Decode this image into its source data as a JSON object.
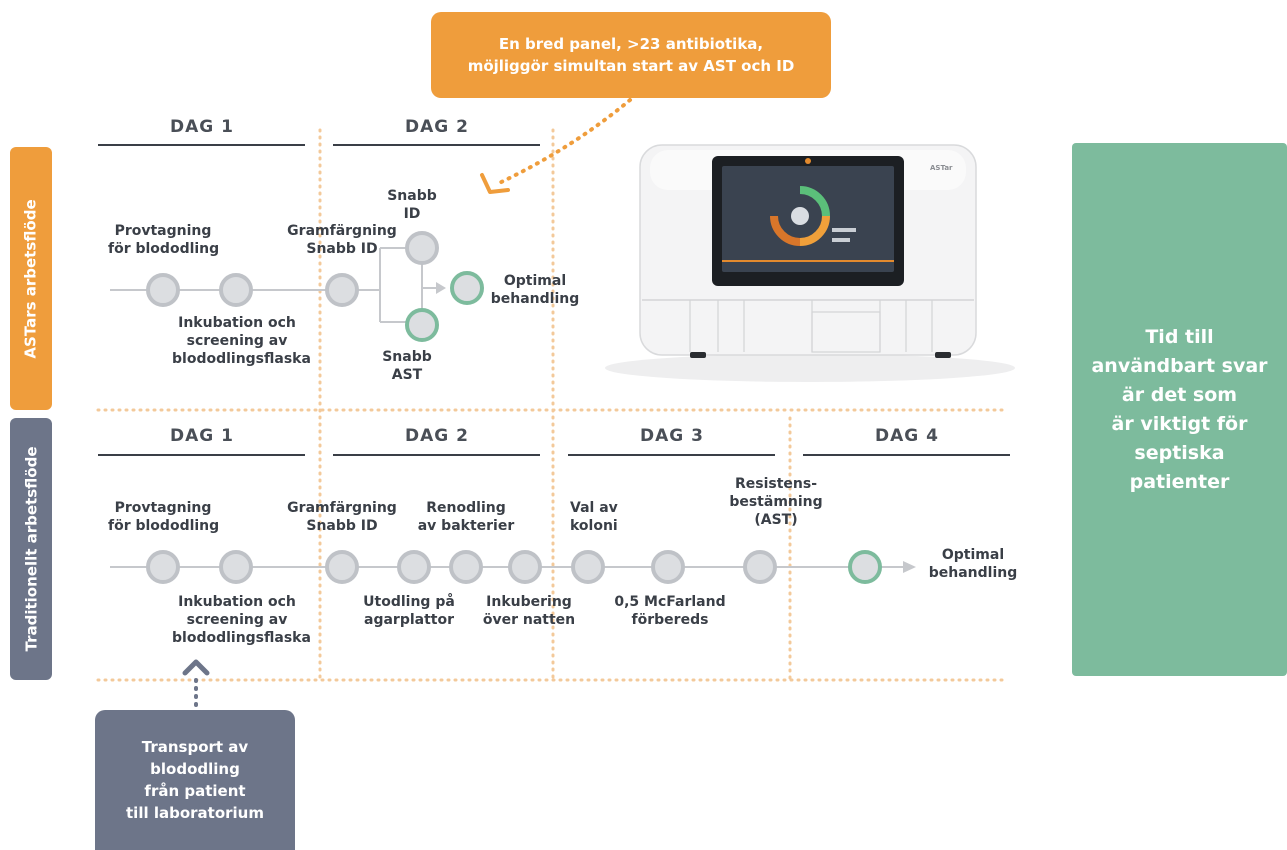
{
  "callout_top": {
    "lines": [
      "En bred panel, >23 antibiotika,",
      "möjliggör simultan start av AST och ID"
    ],
    "color": "#ef9d3c"
  },
  "astar_workflow": {
    "side_label": "ASTars arbetsflöde",
    "color": "#ef9d3c",
    "days": [
      "DAG 1",
      "DAG 2"
    ],
    "steps": {
      "provtagning": [
        "Provtagning",
        "för blododling"
      ],
      "inkubation": [
        "Inkubation och",
        "screening av",
        "blododlingsflaska"
      ],
      "gramfargning": [
        "Gramfärgning",
        "Snabb ID"
      ],
      "snabb_id": [
        "Snabb",
        "ID"
      ],
      "snabb_ast": [
        "Snabb",
        "AST"
      ],
      "optimal": [
        "Optimal",
        "behandling"
      ]
    }
  },
  "traditional_workflow": {
    "side_label": "Traditionellt arbetsflöde",
    "color": "#6d7589",
    "days": [
      "DAG 1",
      "DAG 2",
      "DAG 3",
      "DAG 4"
    ],
    "steps": {
      "provtagning": [
        "Provtagning",
        "för blododling"
      ],
      "inkubation": [
        "Inkubation och",
        "screening av",
        "blododlingsflaska"
      ],
      "gramfargning": [
        "Gramfärgning",
        "Snabb ID"
      ],
      "utodling": [
        "Utodling på",
        "agarplattor"
      ],
      "renodling": [
        "Renodling",
        "av bakterier"
      ],
      "inkubering": [
        "Inkubering",
        "över natten"
      ],
      "val_av_koloni": [
        "Val av",
        "koloni"
      ],
      "mcfarland": [
        "0,5 McFarland",
        "förbereds"
      ],
      "resistens": [
        "Resistens-",
        "bestämning",
        "(AST)"
      ],
      "optimal": [
        "Optimal",
        "behandling"
      ]
    }
  },
  "callout_bottom": {
    "lines": [
      "Transport av",
      "blododling",
      "från patient",
      "till laboratorium"
    ],
    "color": "#6d7589"
  },
  "side_panel": {
    "lines": [
      "Tid till",
      "användbart svar",
      "är det som",
      "är viktigt för",
      "septiska",
      "patienter"
    ],
    "color": "#7dbb9d"
  },
  "instrument": {
    "brand_label": "ASTar"
  }
}
